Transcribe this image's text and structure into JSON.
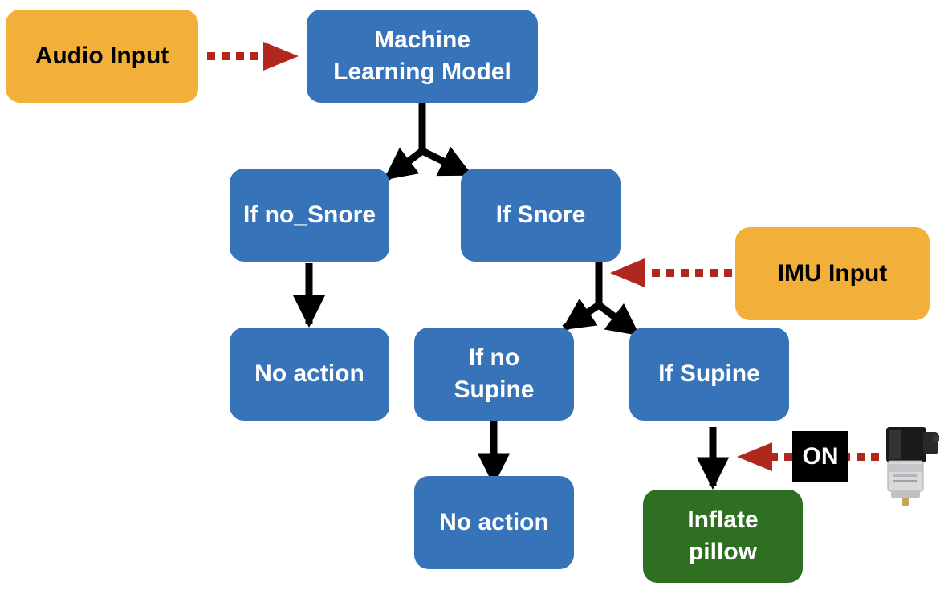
{
  "nodes": {
    "audio_input": "Audio Input",
    "ml_model": "Machine\nLearning Model",
    "if_no_snore": "If no_Snore",
    "if_snore": "If Snore",
    "imu_input": "IMU Input",
    "no_action_left": "No action",
    "if_no_supine": "If no\nSupine",
    "if_supine": "If Supine",
    "no_action_right": "No action",
    "inflate_pillow": "Inflate\npillow"
  },
  "on_label": "ON",
  "pump_icon": "air-pump-motor-icon",
  "colors": {
    "process_box": "#3673b8",
    "input_box": "#f2af3a",
    "action_box": "#2f6f22",
    "flow_arrow": "#000000",
    "input_arrow": "#b0271e"
  }
}
